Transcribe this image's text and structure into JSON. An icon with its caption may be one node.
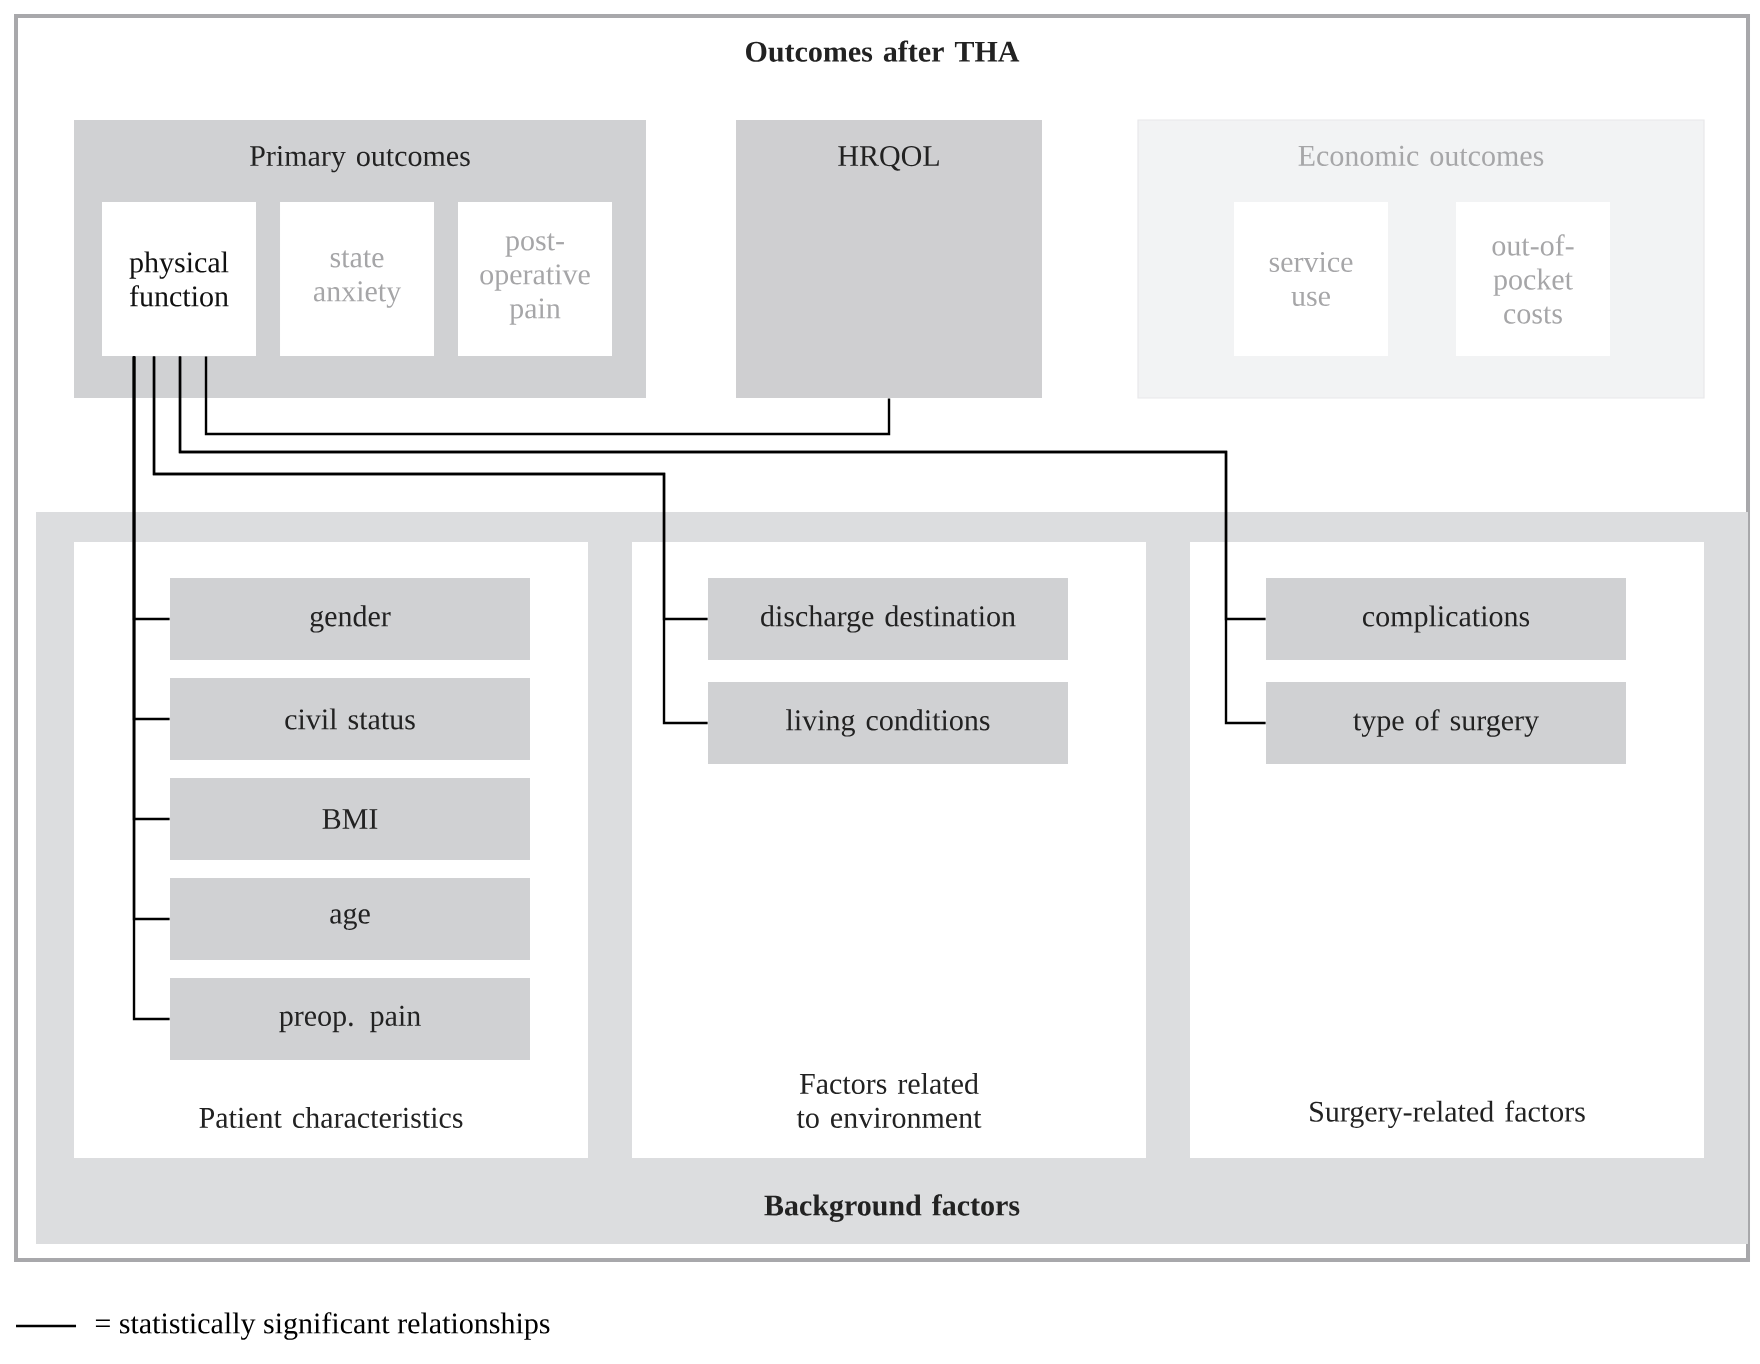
{
  "diagram": {
    "nodes": [
      {
        "text": [
          "Outcomes after THA"
        ]
      },
      {
        "text": [
          "Primary outcomes"
        ],
        "in": 0
      },
      {
        "text": [
          "physical function"
        ],
        "in": 1
      },
      {
        "text": [
          "state anxiety"
        ],
        "in": 1
      },
      {
        "text": [
          "post-operative pain"
        ],
        "in": 1
      },
      {
        "text": [
          "HRQOL"
        ],
        "in": 0
      },
      {
        "text": [
          "Economic outcomes"
        ],
        "in": 0
      },
      {
        "text": [
          "service use"
        ],
        "in": 6
      },
      {
        "text": [
          "out-of-pocket costs"
        ],
        "in": 6
      },
      {
        "text": [
          "Background factors"
        ],
        "in": 0
      },
      {
        "text": [
          "Patient characteristics"
        ],
        "in": 9
      },
      {
        "text": [
          "gender"
        ],
        "in": 10
      },
      {
        "text": [
          "civil status"
        ],
        "in": 10
      },
      {
        "text": [
          "BMI"
        ],
        "in": 10
      },
      {
        "text": [
          "age"
        ],
        "in": 10
      },
      {
        "text": [
          "preop. pain"
        ],
        "in": 10
      },
      {
        "text": [
          "Factors related to environment"
        ],
        "in": 9
      },
      {
        "text": [
          "discharge destination"
        ],
        "in": 16
      },
      {
        "text": [
          "living conditions"
        ],
        "in": 16
      },
      {
        "text": [
          "Surgery-related factors"
        ],
        "in": 9
      },
      {
        "text": [
          "complications"
        ],
        "in": 19
      },
      {
        "text": [
          "type of surgery"
        ],
        "in": 19
      }
    ],
    "edges": [
      {
        "from": 2,
        "to": 5,
        "arrow": "none"
      },
      {
        "from": 2,
        "to": 11,
        "arrow": "none"
      },
      {
        "from": 2,
        "to": 12,
        "arrow": "none"
      },
      {
        "from": 2,
        "to": 13,
        "arrow": "none"
      },
      {
        "from": 2,
        "to": 14,
        "arrow": "none"
      },
      {
        "from": 2,
        "to": 15,
        "arrow": "none"
      },
      {
        "from": 2,
        "to": 17,
        "arrow": "none"
      },
      {
        "from": 2,
        "to": 18,
        "arrow": "none"
      },
      {
        "from": 2,
        "to": 20,
        "arrow": "none"
      },
      {
        "from": 2,
        "to": 21,
        "arrow": "none"
      }
    ],
    "legend": [
      {
        "text": "= statistically significant relationships"
      }
    ]
  }
}
